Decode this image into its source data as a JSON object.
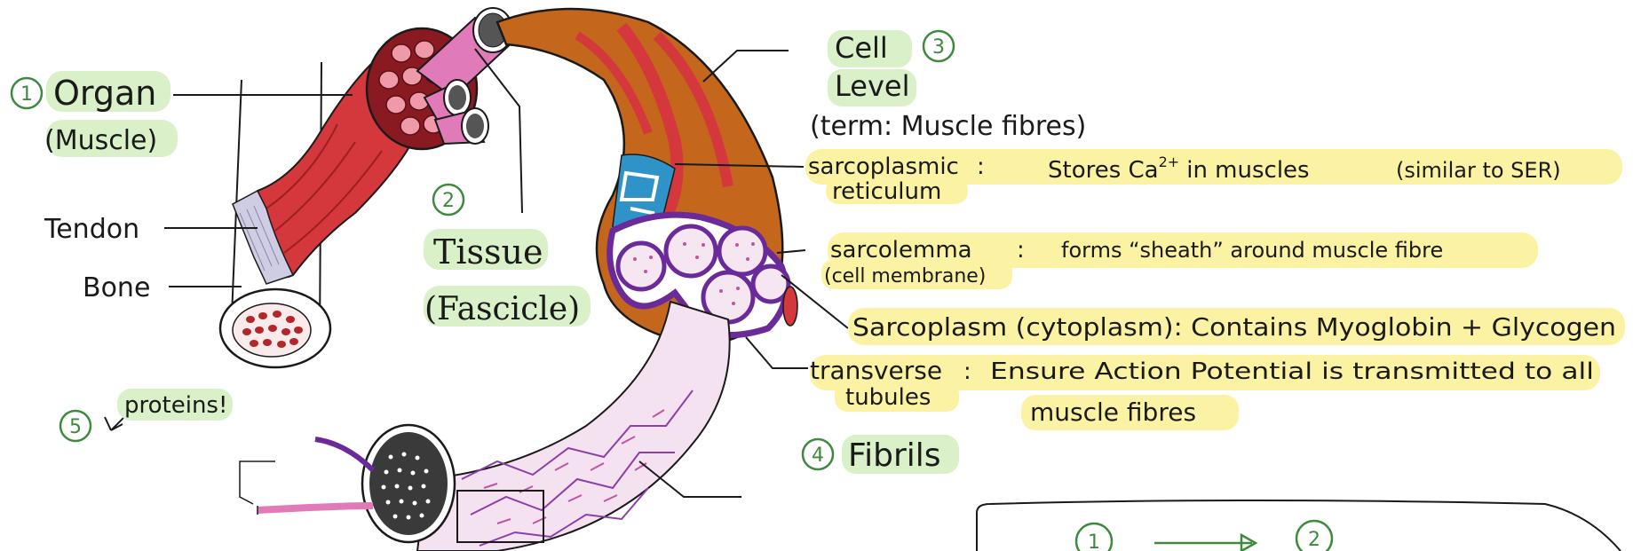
{
  "diagram": {
    "organ": {
      "number": "1",
      "title": "Organ",
      "subtitle": "(Muscle)"
    },
    "tendon_label": "Tendon",
    "bone_label": "Bone",
    "tissue": {
      "number": "2",
      "title": "Tissue",
      "subtitle": "(Fascicle)"
    },
    "cell": {
      "number": "3",
      "line1": "Cell",
      "line2": "Level",
      "term": "(term: Muscle fibres)"
    },
    "fibrils": {
      "number": "4",
      "title": "Fibrils"
    },
    "proteins": {
      "number": "5",
      "title": "proteins!"
    },
    "annotations": {
      "sr": {
        "term_line1": "sarcoplasmic",
        "term_line2": "reticulum",
        "colon": ":",
        "desc_before": "Stores Ca",
        "desc_sup": "2+",
        "desc_after": "in muscles",
        "note": "(similar to SER)"
      },
      "sarcolemma": {
        "term_line1": "sarcolemma",
        "term_line2": "(cell membrane)",
        "colon": ":",
        "desc": "forms “sheath” around muscle fibre"
      },
      "sarcoplasm": {
        "text": "Sarcoplasm (cytoplasm): Contains Myoglobin + Glycogen"
      },
      "t_tubules": {
        "term_line1": "transverse",
        "term_line2": "tubules",
        "colon": ":",
        "desc_line1": "Ensure Action Potential is transmitted to all",
        "desc_line2": "muscle fibres"
      }
    },
    "flow": {
      "from": "1",
      "to": "2"
    },
    "colors": {
      "green_highlight": "#d9f0c8",
      "yellow_highlight": "#fbf3a3",
      "number_green": "#3d8a3d",
      "muscle_red": "#d4373c",
      "fascicle_pink": "#e07ab8",
      "fibre_orange": "#c5661d",
      "sarcolemma_purple": "#6a2a9a",
      "sr_blue": "#2f93c8"
    }
  }
}
